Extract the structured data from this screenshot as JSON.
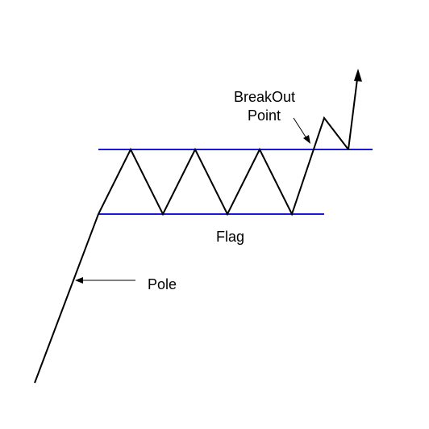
{
  "labels": {
    "breakout_line1": "BreakOut",
    "breakout_line2": "Point",
    "flag": "Flag",
    "pole": "Pole"
  },
  "colors": {
    "price_line": "#000000",
    "channel_line": "#1a1ad6",
    "background": "#ffffff"
  }
}
